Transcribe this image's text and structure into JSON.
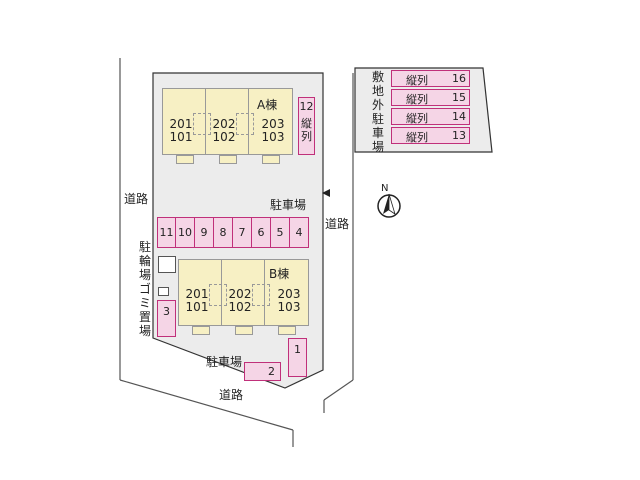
{
  "colors": {
    "lot": "#ececec",
    "building": "#f7f0c4",
    "parking_fill": "#f5d5e6",
    "parking_border": "#c0307a",
    "line": "#555555"
  },
  "roads": {
    "left": "道路",
    "right": "道路",
    "bottom": "道路"
  },
  "compass_label": "N",
  "building_a": {
    "name": "A棟",
    "units": [
      {
        "top": "201",
        "bottom": "101"
      },
      {
        "top": "202",
        "bottom": "102"
      },
      {
        "top": "203",
        "bottom": "103"
      }
    ]
  },
  "building_b": {
    "name": "B棟",
    "units": [
      {
        "top": "201",
        "bottom": "101"
      },
      {
        "top": "202",
        "bottom": "102"
      },
      {
        "top": "203",
        "bottom": "103"
      }
    ]
  },
  "parking": {
    "center_label": "駐車場",
    "bottom_label": "駐車場",
    "row_slots": [
      "11",
      "10",
      "9",
      "8",
      "7",
      "6",
      "5",
      "4"
    ],
    "slot_12": {
      "number": "12",
      "label": "縦列"
    },
    "slot_3": "3",
    "slot_1": "1",
    "slot_2": "2"
  },
  "bicycle_parking": "駐輪場",
  "garbage_area": "ゴミ置場",
  "offsite_parking": {
    "label": "敷地外駐車場",
    "slots": [
      {
        "label": "縦列",
        "number": "16"
      },
      {
        "label": "縦列",
        "number": "15"
      },
      {
        "label": "縦列",
        "number": "14"
      },
      {
        "label": "縦列",
        "number": "13"
      }
    ]
  }
}
